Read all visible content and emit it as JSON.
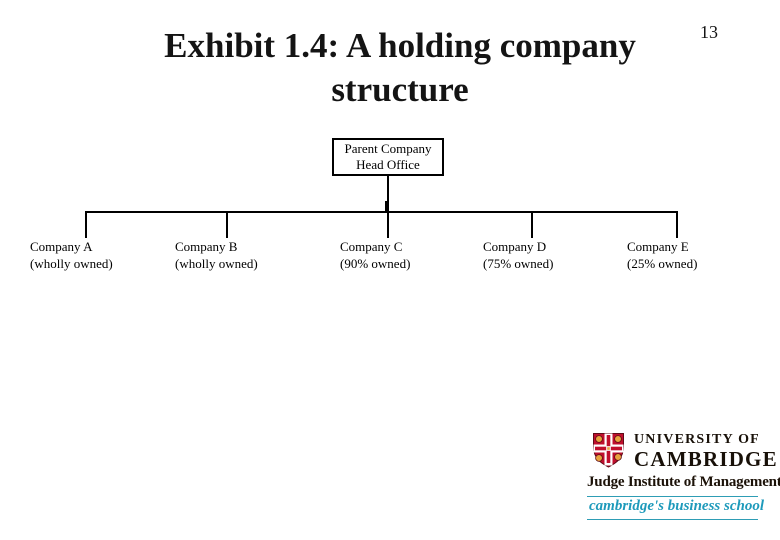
{
  "slide": {
    "page_number": "13",
    "title_line1": "Exhibit 1.4: A holding company",
    "title_line2": "structure"
  },
  "org_chart": {
    "root": {
      "line1": "Parent Company",
      "line2": "Head Office"
    },
    "children": [
      {
        "name": "Company A",
        "ownership": "(wholly owned)"
      },
      {
        "name": "Company B",
        "ownership": "(wholly owned)"
      },
      {
        "name": "Company C",
        "ownership": "(90% owned)"
      },
      {
        "name": "Company D",
        "ownership": "(75% owned)"
      },
      {
        "name": "Company E",
        "ownership": "(25% owned)"
      }
    ]
  },
  "branding": {
    "university_line1": "UNIVERSITY OF",
    "university_line2": "CAMBRIDGE",
    "institute": "Judge Institute of Management",
    "tagline": "cambridge's business school",
    "icon": "cambridge-shield-icon",
    "colors": {
      "teal_rule": "#2E9DB5",
      "tagline_teal": "#1E9ABB",
      "shield_red": "#C00F2D",
      "shield_gold": "#E8A33D",
      "line_black": "#000000"
    }
  }
}
